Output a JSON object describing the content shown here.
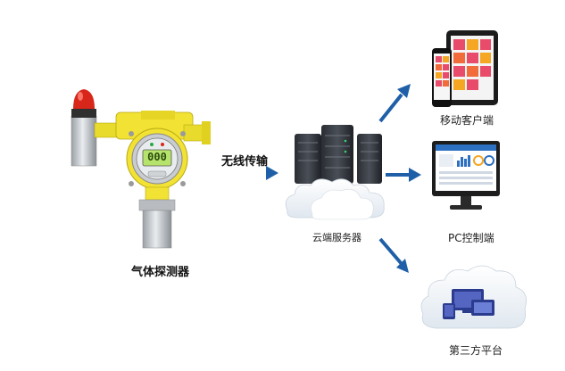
{
  "labels": {
    "detector": "气体探测器",
    "wireless": "无线传输",
    "cloud_server": "云端服务器",
    "mobile_client": "移动客户端",
    "pc_control": "PC控制端",
    "third_party": "第三方平台"
  },
  "detector_display": "000",
  "colors": {
    "arrow": "#1f5fa8",
    "detector_yellow": "#f2e234",
    "alarm_red": "#d8261a",
    "lcd_green": "#b6e36b"
  }
}
